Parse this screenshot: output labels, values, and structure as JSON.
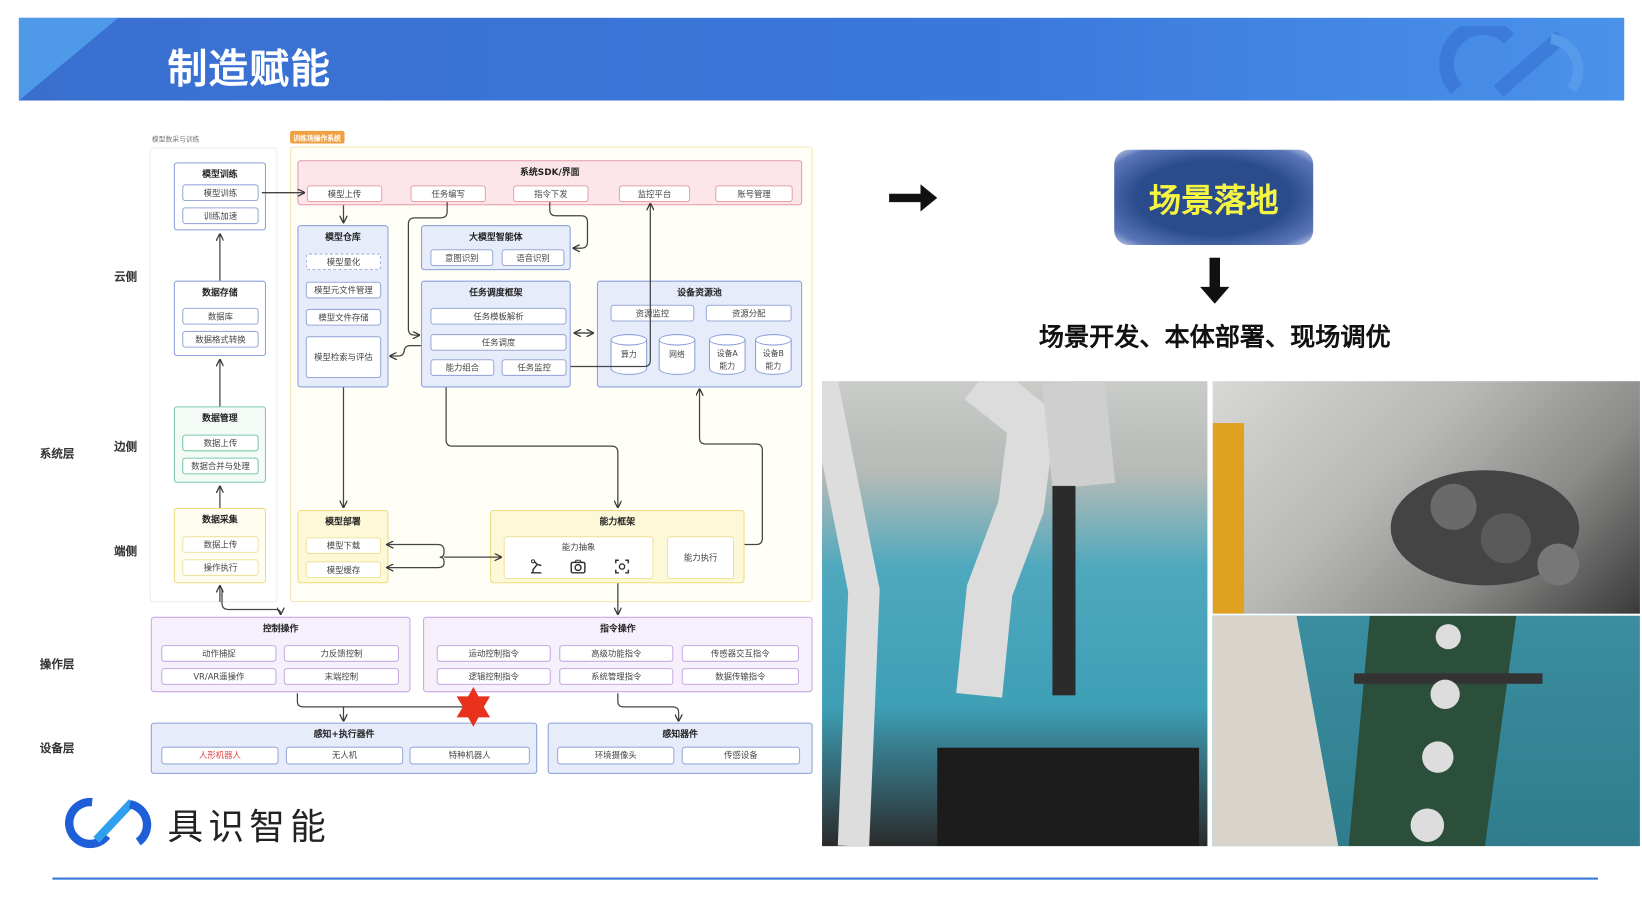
{
  "header": {
    "title": "制造赋能"
  },
  "side_labels": {
    "cloud": "云侧",
    "edge": "边侧",
    "end": "端侧",
    "system_layer": "系统层",
    "operation_layer": "操作层",
    "device_layer": "设备层"
  },
  "left_panel": {
    "label": "模型数采与训练",
    "model_training": {
      "title": "模型训练",
      "items": [
        "模型训练",
        "训练加速"
      ]
    },
    "data_storage": {
      "title": "数据存储",
      "items": [
        "数据库",
        "数据格式转换"
      ]
    },
    "data_management": {
      "title": "数据管理",
      "items": [
        "数据上传",
        "数据合并与处理"
      ]
    },
    "data_collection": {
      "title": "数据采集",
      "items": [
        "数据上传",
        "操作执行"
      ]
    }
  },
  "main_panel": {
    "tag": "训练场操作系统",
    "sdk": {
      "title": "系统SDK/界面",
      "items": [
        "模型上传",
        "任务编写",
        "指令下发",
        "监控平台",
        "账号管理"
      ]
    },
    "model_repo": {
      "title": "模型仓库",
      "items": [
        "模型量化",
        "模型元文件管理",
        "模型文件存储",
        "模型检索与评估"
      ]
    },
    "llm_agent": {
      "title": "大模型智能体",
      "items": [
        "意图识别",
        "语音识别"
      ]
    },
    "task_framework": {
      "title": "任务调度框架",
      "items": [
        "任务模板解析",
        "任务调度",
        "能力组合",
        "任务监控"
      ]
    },
    "resource_pool": {
      "title": "设备资源池",
      "items": [
        "资源监控",
        "资源分配"
      ],
      "cylinders": [
        "算力",
        "网络",
        "设备A\n能力",
        "设备B\n能力"
      ]
    },
    "model_deploy": {
      "title": "模型部署",
      "items": [
        "模型下载",
        "模型缓存"
      ]
    },
    "capability": {
      "title": "能力框架",
      "abstract": "能力抽象",
      "execute": "能力执行"
    }
  },
  "operation": {
    "control": {
      "title": "控制操作",
      "items": [
        "动作捕捉",
        "力反馈控制",
        "VR/AR遥操作",
        "末端控制"
      ]
    },
    "command": {
      "title": "指令操作",
      "items": [
        "运动控制指令",
        "高级功能指令",
        "传感器交互指令",
        "逻辑控制指令",
        "系统管理指令",
        "数据传输指令"
      ]
    }
  },
  "devices": {
    "perception_exec": {
      "title": "感知+执行器件",
      "items": [
        "人形机器人",
        "无人机",
        "特种机器人"
      ]
    },
    "perception": {
      "title": "感知器件",
      "items": [
        "环境摄像头",
        "传感设备"
      ]
    }
  },
  "right": {
    "scene_title": "场景落地",
    "scene_subtitle": "场景开发、本体部署、现场调优"
  },
  "logo": {
    "name": "具识智能"
  },
  "colors": {
    "banner": "#3a6fd0",
    "highlight_text": "#e04040",
    "scene_text": "#f5f542",
    "star": "#e8321e"
  }
}
